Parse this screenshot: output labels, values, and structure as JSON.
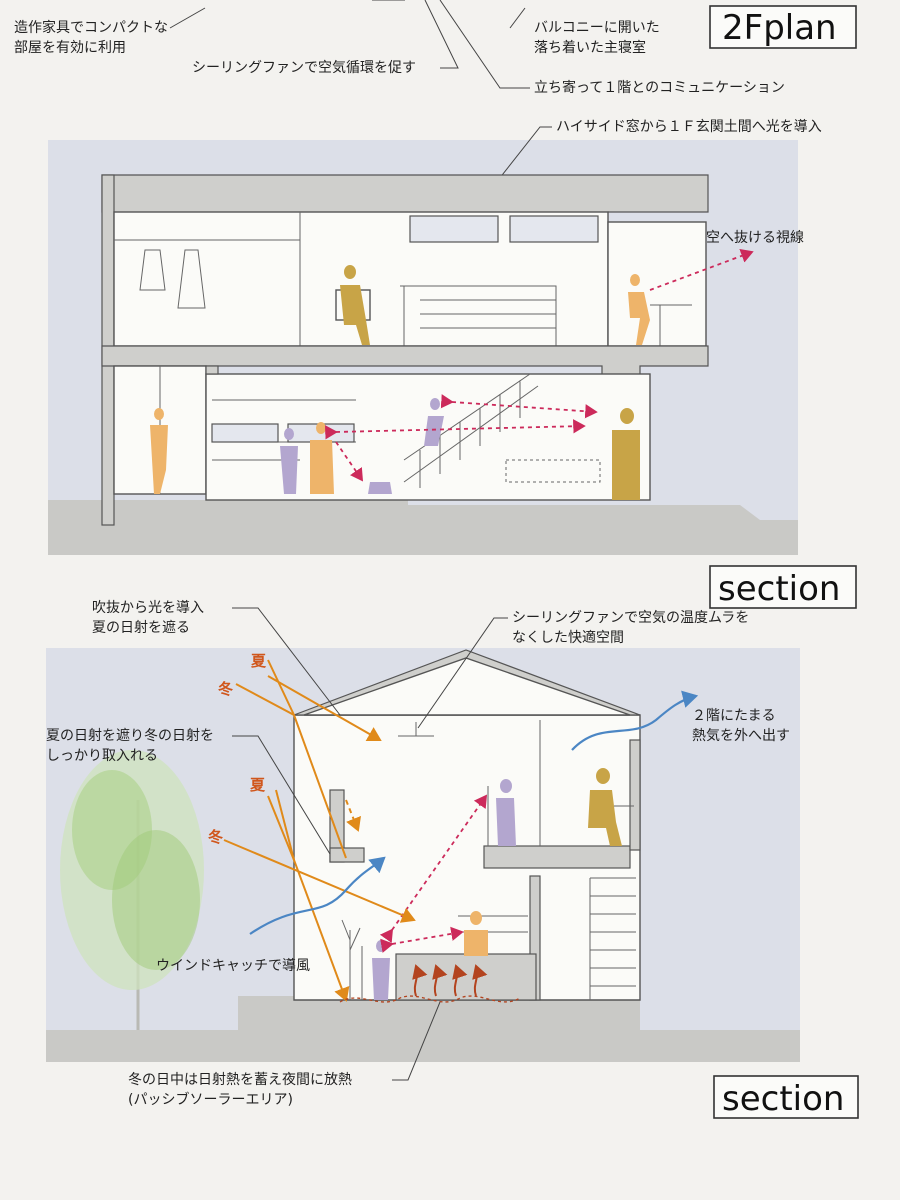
{
  "top_labels": {
    "furniture_line1": "造作家具でコンパクトな",
    "furniture_line2": "部屋を有効に利用",
    "ceiling_fan": "シーリングファンで空気循環を促す",
    "balcony_line1": "バルコニーに開いた",
    "balcony_line2": "落ち着いた主寝室",
    "communication": "立ち寄って１階とのコミュニケーション",
    "plan_tag": "2Fplan"
  },
  "section1": {
    "highside": "ハイサイド窓から１Ｆ玄関土間へ光を導入",
    "sky_view": "空へ抜ける視線",
    "tag": "section"
  },
  "section2": {
    "atrium_line1": "吹抜から光を導入",
    "atrium_line2": "夏の日射を遮る",
    "fan_line1": "シーリングファンで空気の温度ムラを",
    "fan_line2": "なくした快適空間",
    "eave_line1": "夏の日射を遮り冬の日射を",
    "eave_line2": "しっかり取入れる",
    "heat_line1": "２階にたまる",
    "heat_line2": "熱気を外へ出す",
    "summer": "夏",
    "winter": "冬",
    "windcatch": "ウインドキャッチで導風",
    "passive_line1": "冬の日中は日射熱を蓄え夜間に放熱",
    "passive_line2": "(パッシブソーラーエリア)",
    "tag": "section"
  },
  "colors": {
    "sightline": "#cc2a5b",
    "sun_ray": "#e08a1a",
    "wind": "#4b86c4",
    "tree": "#8dbf5a",
    "figure_orange": "#eeb46a",
    "figure_purple": "#b3a6cf",
    "figure_gold": "#c8a447"
  }
}
